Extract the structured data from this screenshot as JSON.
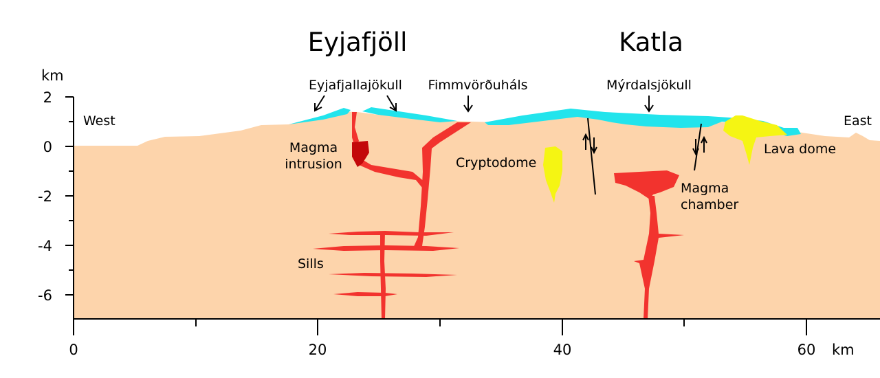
{
  "titles": {
    "left": "Eyjafjöll",
    "right": "Katla"
  },
  "axes": {
    "y_unit": "km",
    "x_unit": "km",
    "y_ticks": [
      "2",
      "0",
      "-2",
      "-4",
      "-6"
    ],
    "x_ticks": [
      "0",
      "20",
      "40",
      "60"
    ]
  },
  "labels": {
    "west": "West",
    "east": "East",
    "eyjafjallajokull": "Eyjafjallajökull",
    "fimmvorduhals": "Fimmvörðuháls",
    "myrdalsjokull": "Mýrdalsjökull",
    "magma_intrusion_1": "Magma",
    "magma_intrusion_2": "intrusion",
    "cryptodome": "Cryptodome",
    "magma_chamber_1": "Magma",
    "magma_chamber_2": "chamber",
    "lava_dome": "Lava dome",
    "sills": "Sills"
  },
  "colors": {
    "crust": "#fdd4ab",
    "magma": "#f2332e",
    "intrusion": "#c3080a",
    "ice": "#22e4ec",
    "dome": "#f5f513"
  }
}
